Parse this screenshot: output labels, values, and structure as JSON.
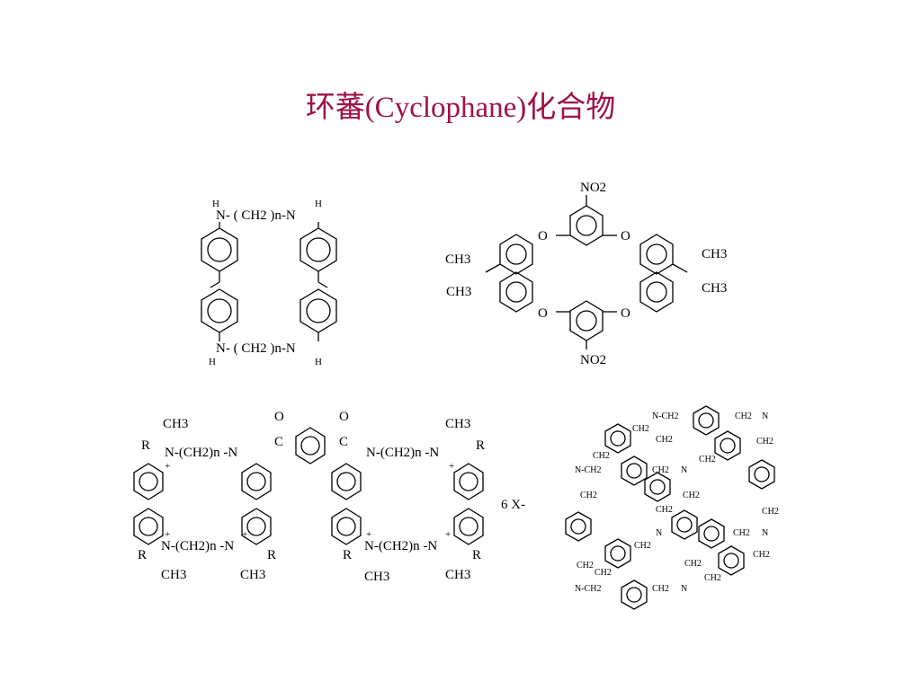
{
  "slide": {
    "title": "环蕃(Cyclophane)化合物"
  },
  "structure1": {
    "top_bridge": "N- ( CH2 )n-N",
    "bottom_bridge": "N- ( CH2 )n-N",
    "h": "H"
  },
  "structure2": {
    "no2": "NO2",
    "o": "O",
    "ch3": "CH3"
  },
  "structure3": {
    "ch3": "CH3",
    "r": "R",
    "plus": "+",
    "n_chain": "N-(CH2)n -N",
    "carbonyl_o": "O",
    "carbonyl_c": "C",
    "counter_ion": "6 X-"
  },
  "structure4": {
    "n": "N",
    "ch2": "CH2",
    "n_ch2": "N-CH2"
  }
}
